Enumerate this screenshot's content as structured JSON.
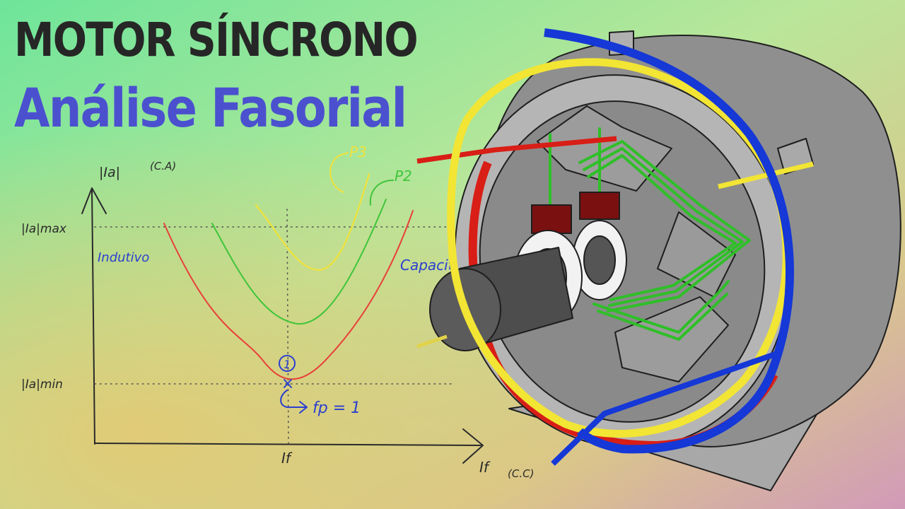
{
  "title": {
    "line1": "MOTOR SÍNCRONO",
    "line2": "Análise Fasorial"
  },
  "graph": {
    "y_axis_label": "|Ia|",
    "y_axis_unit": "(C.A)",
    "x_axis_label": "If",
    "x_axis_unit": "(C.C)",
    "y_max_label": "|Ia|max",
    "y_min_label": "|Ia|min",
    "x_tick_label": "If",
    "region_left": "Indutivo",
    "region_right": "Capacitivo",
    "point_marker": "1",
    "point_note": "fp = 1",
    "curve_p2_label": "P2",
    "curve_p3_label": "P3"
  },
  "colors": {
    "title_dark": "#262626",
    "title_blue": "#4b50cf",
    "curve_red": "#e8403a",
    "curve_green": "#3fc53a",
    "curve_yellow": "#f0e23c",
    "handwriting_blue": "#2b3fd0",
    "ink": "#2a2a2a",
    "phase_red": "#d81e16",
    "phase_yellow": "#f2e534",
    "phase_blue": "#1538d6"
  }
}
